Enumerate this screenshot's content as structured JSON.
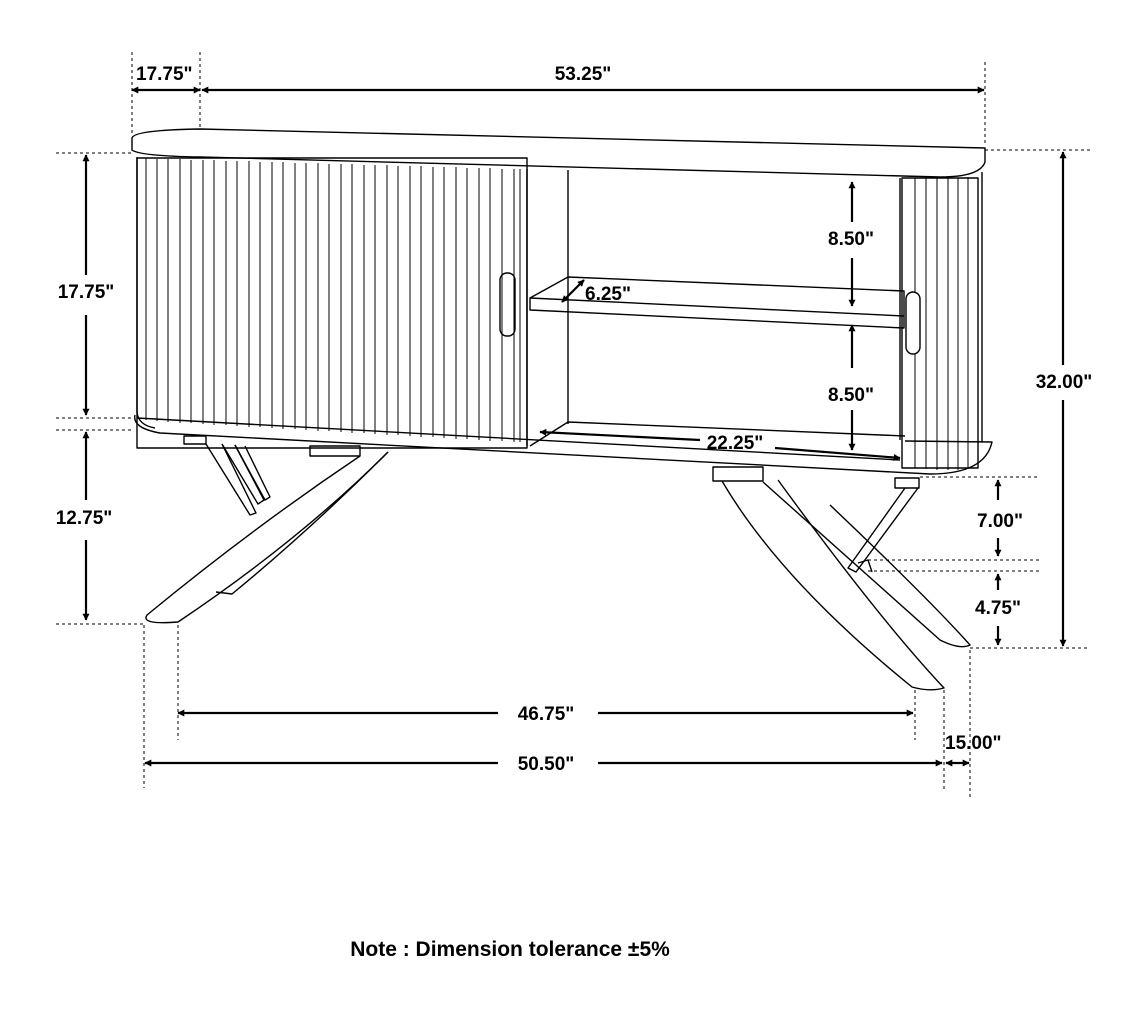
{
  "dimensions": {
    "top_depth": "17.75\"",
    "top_width": "53.25\"",
    "cabinet_height": "17.75\"",
    "leg_height": "12.75\"",
    "total_height": "32.00\"",
    "shelf_upper_gap": "8.50\"",
    "shelf_lower_gap": "8.50\"",
    "shelf_depth": "6.25\"",
    "shelf_width": "22.25\"",
    "leg_upper": "7.00\"",
    "leg_lower": "4.75\"",
    "leg_inner_span": "46.75\"",
    "leg_outer_span": "50.50\"",
    "foot_depth": "15.00\""
  },
  "note": "Note : Dimension tolerance ±5%"
}
